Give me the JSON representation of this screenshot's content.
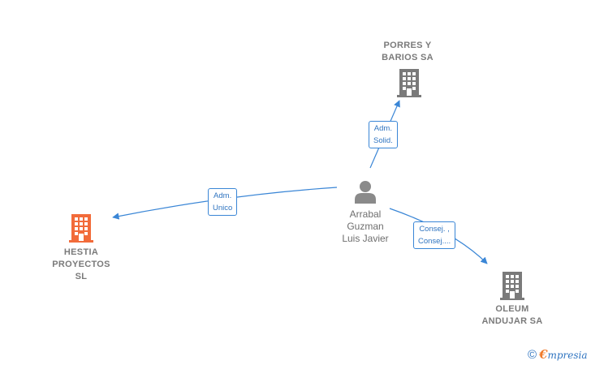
{
  "nodes": {
    "porres": {
      "line1": "PORRES Y",
      "line2": "BARIOS SA"
    },
    "hestia": {
      "line1": "HESTIA",
      "line2": "PROYECTOS",
      "line3": "SL"
    },
    "oleum": {
      "line1": "OLEUM",
      "line2": "ANDUJAR SA"
    },
    "person": {
      "line1": "Arrabal",
      "line2": "Guzman",
      "line3": "Luis Javier"
    }
  },
  "edges": {
    "to_porres": {
      "line1": "Adm.",
      "line2": "Solid."
    },
    "to_hestia": {
      "line1": "Adm.",
      "line2": "Unico"
    },
    "to_oleum": {
      "line1": "Consej. ,",
      "line2": "Consej...."
    }
  },
  "brand": {
    "copyright": "©",
    "initial": "€",
    "rest": "mpresia"
  },
  "colors": {
    "company_gray": "#7a7a7a",
    "company_highlight": "#f26b3a",
    "edge_blue": "#3a86d6",
    "person_gray": "#8a8a8a"
  },
  "icons": {
    "company": "building-icon",
    "person": "person-icon"
  }
}
